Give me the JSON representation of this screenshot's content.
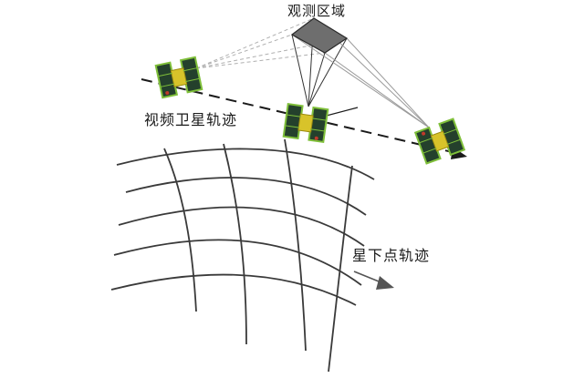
{
  "labels": {
    "observation_region": "观测区域",
    "video_satellite_track": "视频卫星轨迹",
    "subsatellite_point_track": "星下点轨迹"
  },
  "colors": {
    "grid_line": "#3a3a3a",
    "view_ray": "#9a9a9a",
    "region_fill": "#6e6e6e",
    "track_line": "#1a1a1a",
    "nadir_arrow": "#555555",
    "panel_dark": "#24402c",
    "panel_green": "#7fbf3a",
    "body_gold": "#d8c32a",
    "accent_red": "#c0392b"
  },
  "icons": [
    "satellite-icon",
    "satellite-icon",
    "satellite-icon"
  ]
}
